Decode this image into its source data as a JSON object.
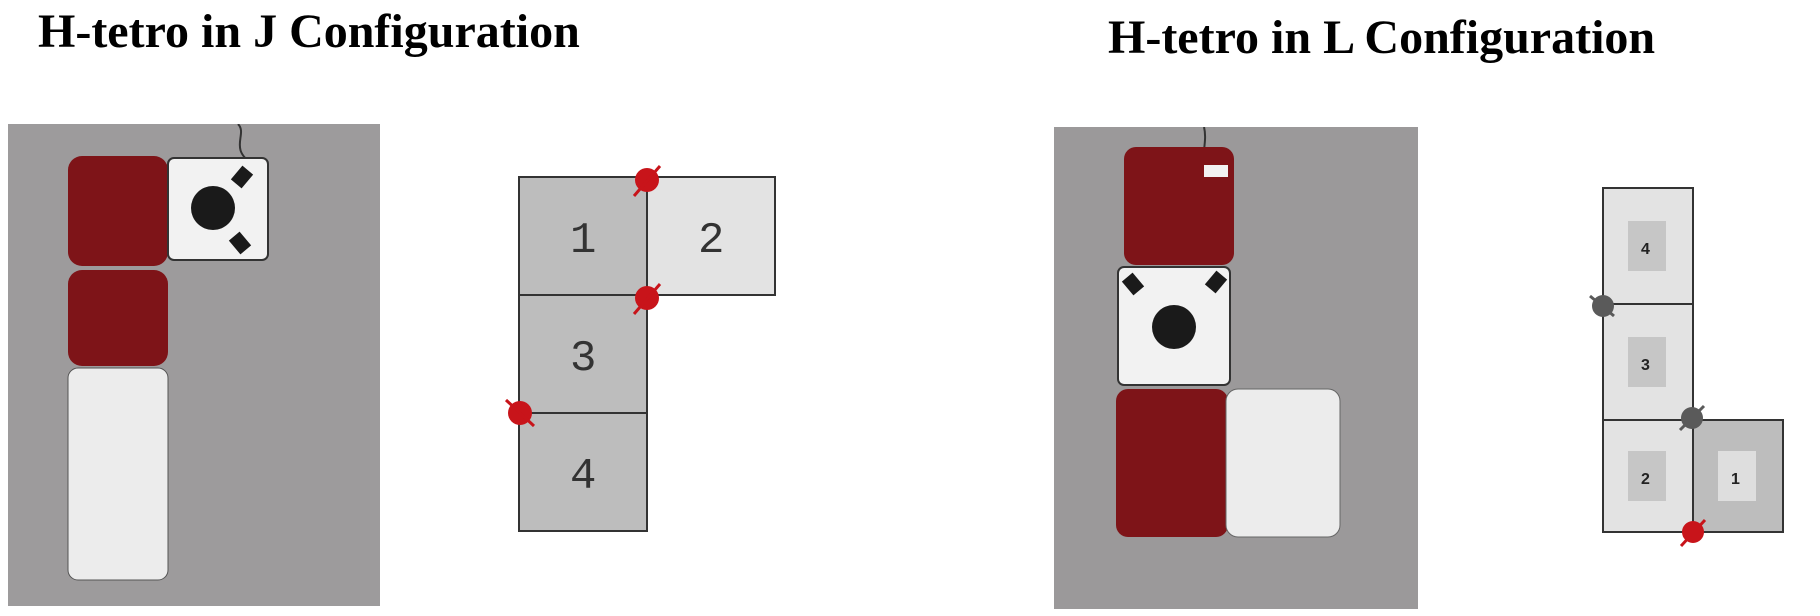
{
  "figure": {
    "left": {
      "title": "H-tetro in J Configuration",
      "grid_labels": [
        "1",
        "2",
        "3",
        "4"
      ]
    },
    "right": {
      "title": "H-tetro in L Configuration",
      "grid_labels": [
        "4",
        "3",
        "2",
        "1"
      ]
    }
  },
  "colors": {
    "module_red": "#7e1418",
    "module_white": "#ececec",
    "floor_gray": "#9b999a",
    "cell_dark": "#bdbdbd",
    "cell_light": "#e3e3e3",
    "hinge_red": "#c8141a",
    "hinge_gray": "#5a5a5a"
  }
}
